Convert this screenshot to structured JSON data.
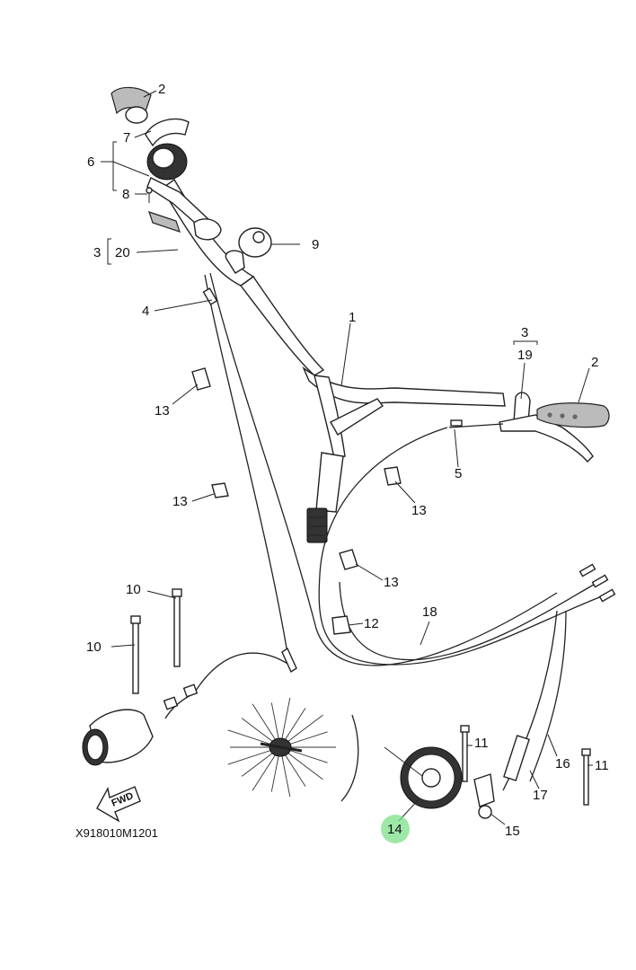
{
  "callouts": {
    "c1": "1",
    "c2a": "2",
    "c2b": "2",
    "c3a": "3",
    "c3b": "3",
    "c4": "4",
    "c5": "5",
    "c6": "6",
    "c7": "7",
    "c8": "8",
    "c9": "9",
    "c10a": "10",
    "c10b": "10",
    "c11a": "11",
    "c11b": "11",
    "c12": "12",
    "c13a": "13",
    "c13b": "13",
    "c13c": "13",
    "c13d": "13",
    "c14": "14",
    "c15": "15",
    "c16": "16",
    "c17": "17",
    "c18": "18",
    "c19": "19",
    "c20": "20"
  },
  "fwd_label": "FWD",
  "diagram_code": "X918010M1201",
  "highlight_color": "#7ee08a"
}
